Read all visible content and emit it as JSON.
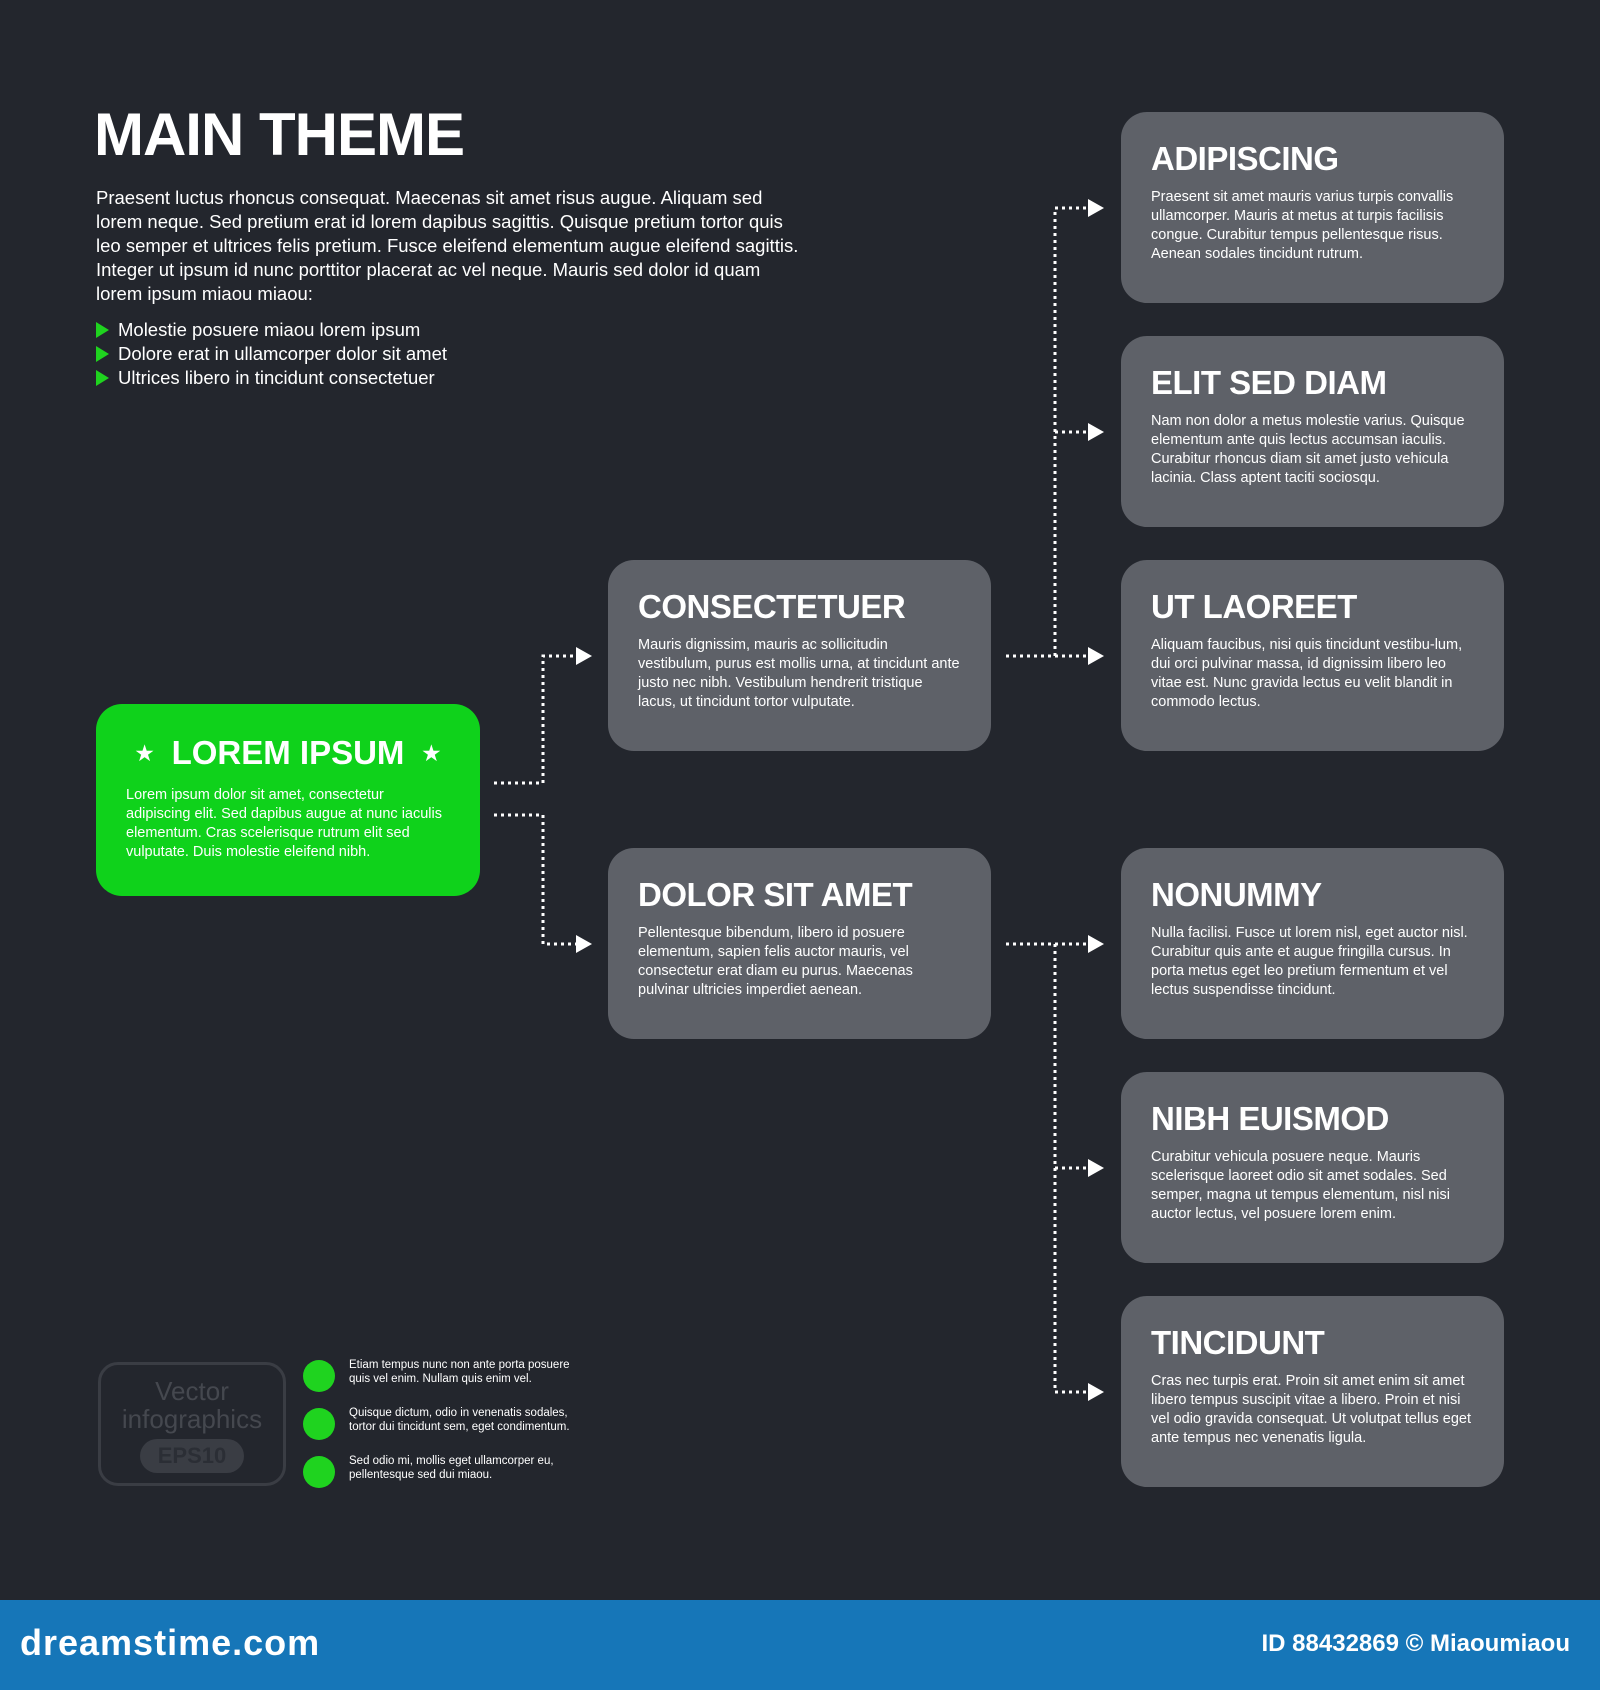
{
  "header": {
    "title": "MAIN THEME",
    "intro": "Praesent luctus rhoncus consequat. Maecenas sit amet risus augue. Aliquam sed lorem neque. Sed pretium erat id lorem dapibus sagittis. Quisque pretium tortor quis leo semper et ultrices felis pretium. Fusce eleifend elementum augue eleifend sagittis. Integer ut ipsum id nunc porttitor placerat ac vel neque. Mauris sed dolor id quam lorem ipsum miaou miaou:",
    "bullets": [
      "Molestie posuere miaou lorem ipsum",
      "Dolore erat in ullamcorper dolor sit amet",
      "Ultrices libero in tincidunt consectetuer"
    ]
  },
  "root": {
    "title": "LOREM IPSUM",
    "star": "★",
    "text": "Lorem ipsum dolor sit amet, consectetur adipiscing elit. Sed dapibus augue at nunc iaculis elementum. Cras scelerisque rutrum elit sed vulputate. Duis molestie eleifend nibh."
  },
  "level1": [
    {
      "title": "CONSECTETUER",
      "text": "Mauris dignissim, mauris ac sollicitudin vestibulum, purus est mollis urna, at tincidunt ante justo nec nibh. Vestibulum hendrerit tristique lacus, ut tincidunt tortor vulputate."
    },
    {
      "title": "DOLOR SIT AMET",
      "text": "Pellentesque bibendum, libero id posuere elementum, sapien felis auctor mauris, vel consectetur erat diam eu purus. Maecenas pulvinar ultricies imperdiet aenean."
    }
  ],
  "level2": [
    {
      "title": "ADIPISCING",
      "text": "Praesent sit amet mauris varius turpis convallis ullamcorper. Mauris at metus at turpis facilisis congue. Curabitur tempus pellentesque risus. Aenean sodales tincidunt rutrum."
    },
    {
      "title": "ELIT SED DIAM",
      "text": "Nam non dolor a metus molestie varius. Quisque elementum ante quis lectus accumsan iaculis. Curabitur rhoncus diam sit amet justo vehicula lacinia. Class aptent taciti sociosqu."
    },
    {
      "title": "UT LAOREET",
      "text": "Aliquam faucibus, nisi quis tincidunt vestibu-lum, dui orci pulvinar massa, id dignissim libero leo vitae est. Nunc gravida lectus eu velit blandit in commodo lectus."
    },
    {
      "title": "NONUMMY",
      "text": "Nulla facilisi. Fusce ut lorem nisl, eget auctor nisl. Curabitur quis ante et augue fringilla cursus. In porta metus eget leo pretium fermentum et vel lectus suspendisse tincidunt."
    },
    {
      "title": "NIBH EUISMOD",
      "text": "Curabitur vehicula posuere neque. Mauris scelerisque laoreet odio sit amet sodales. Sed semper, magna ut tempus elementum, nisl nisi auctor lectus, vel posuere lorem enim."
    },
    {
      "title": "TINCIDUNT",
      "text": "Cras nec turpis erat. Proin sit amet enim sit amet libero tempus suscipit vitae a libero. Proin et nisi vel odio gravida consequat. Ut volutpat tellus eget ante tempus nec venenatis ligula."
    }
  ],
  "badge": {
    "line1": "Vector",
    "line2": "infographics",
    "format": "EPS10"
  },
  "legend": [
    "Etiam tempus nunc non ante porta posuere quis vel enim. Nullam quis enim vel.",
    "Quisque dictum, odio in venenatis sodales, tortor dui tincidunt sem, eget condimentum.",
    "Sed odio mi, mollis eget ullamcorper eu, pellentesque sed dui miaou."
  ],
  "footer": {
    "brand": "dreamstime.com",
    "credit": "ID 88432869 © Miaoumiaou"
  },
  "colors": {
    "background": "#23262d",
    "accent": "#0fd21b",
    "box": "#5e6168",
    "footer": "#1676b8"
  }
}
